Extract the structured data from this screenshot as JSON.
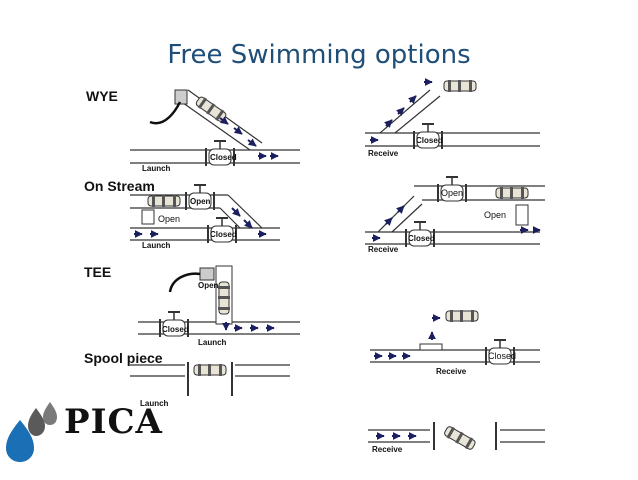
{
  "title": "Free Swimming options",
  "sections": {
    "wye": "WYE",
    "on_stream": "On Stream",
    "tee": "TEE",
    "spool_piece": "Spool piece"
  },
  "labels": {
    "launch": "Launch",
    "receive": "Receive",
    "closed": "Closed",
    "open": "Open"
  },
  "logo": {
    "text": "PICA",
    "color": "#1a6fb5"
  },
  "colors": {
    "title": "#1f4e79",
    "arrow": "#1b1f5e",
    "pipe": "#333333"
  }
}
